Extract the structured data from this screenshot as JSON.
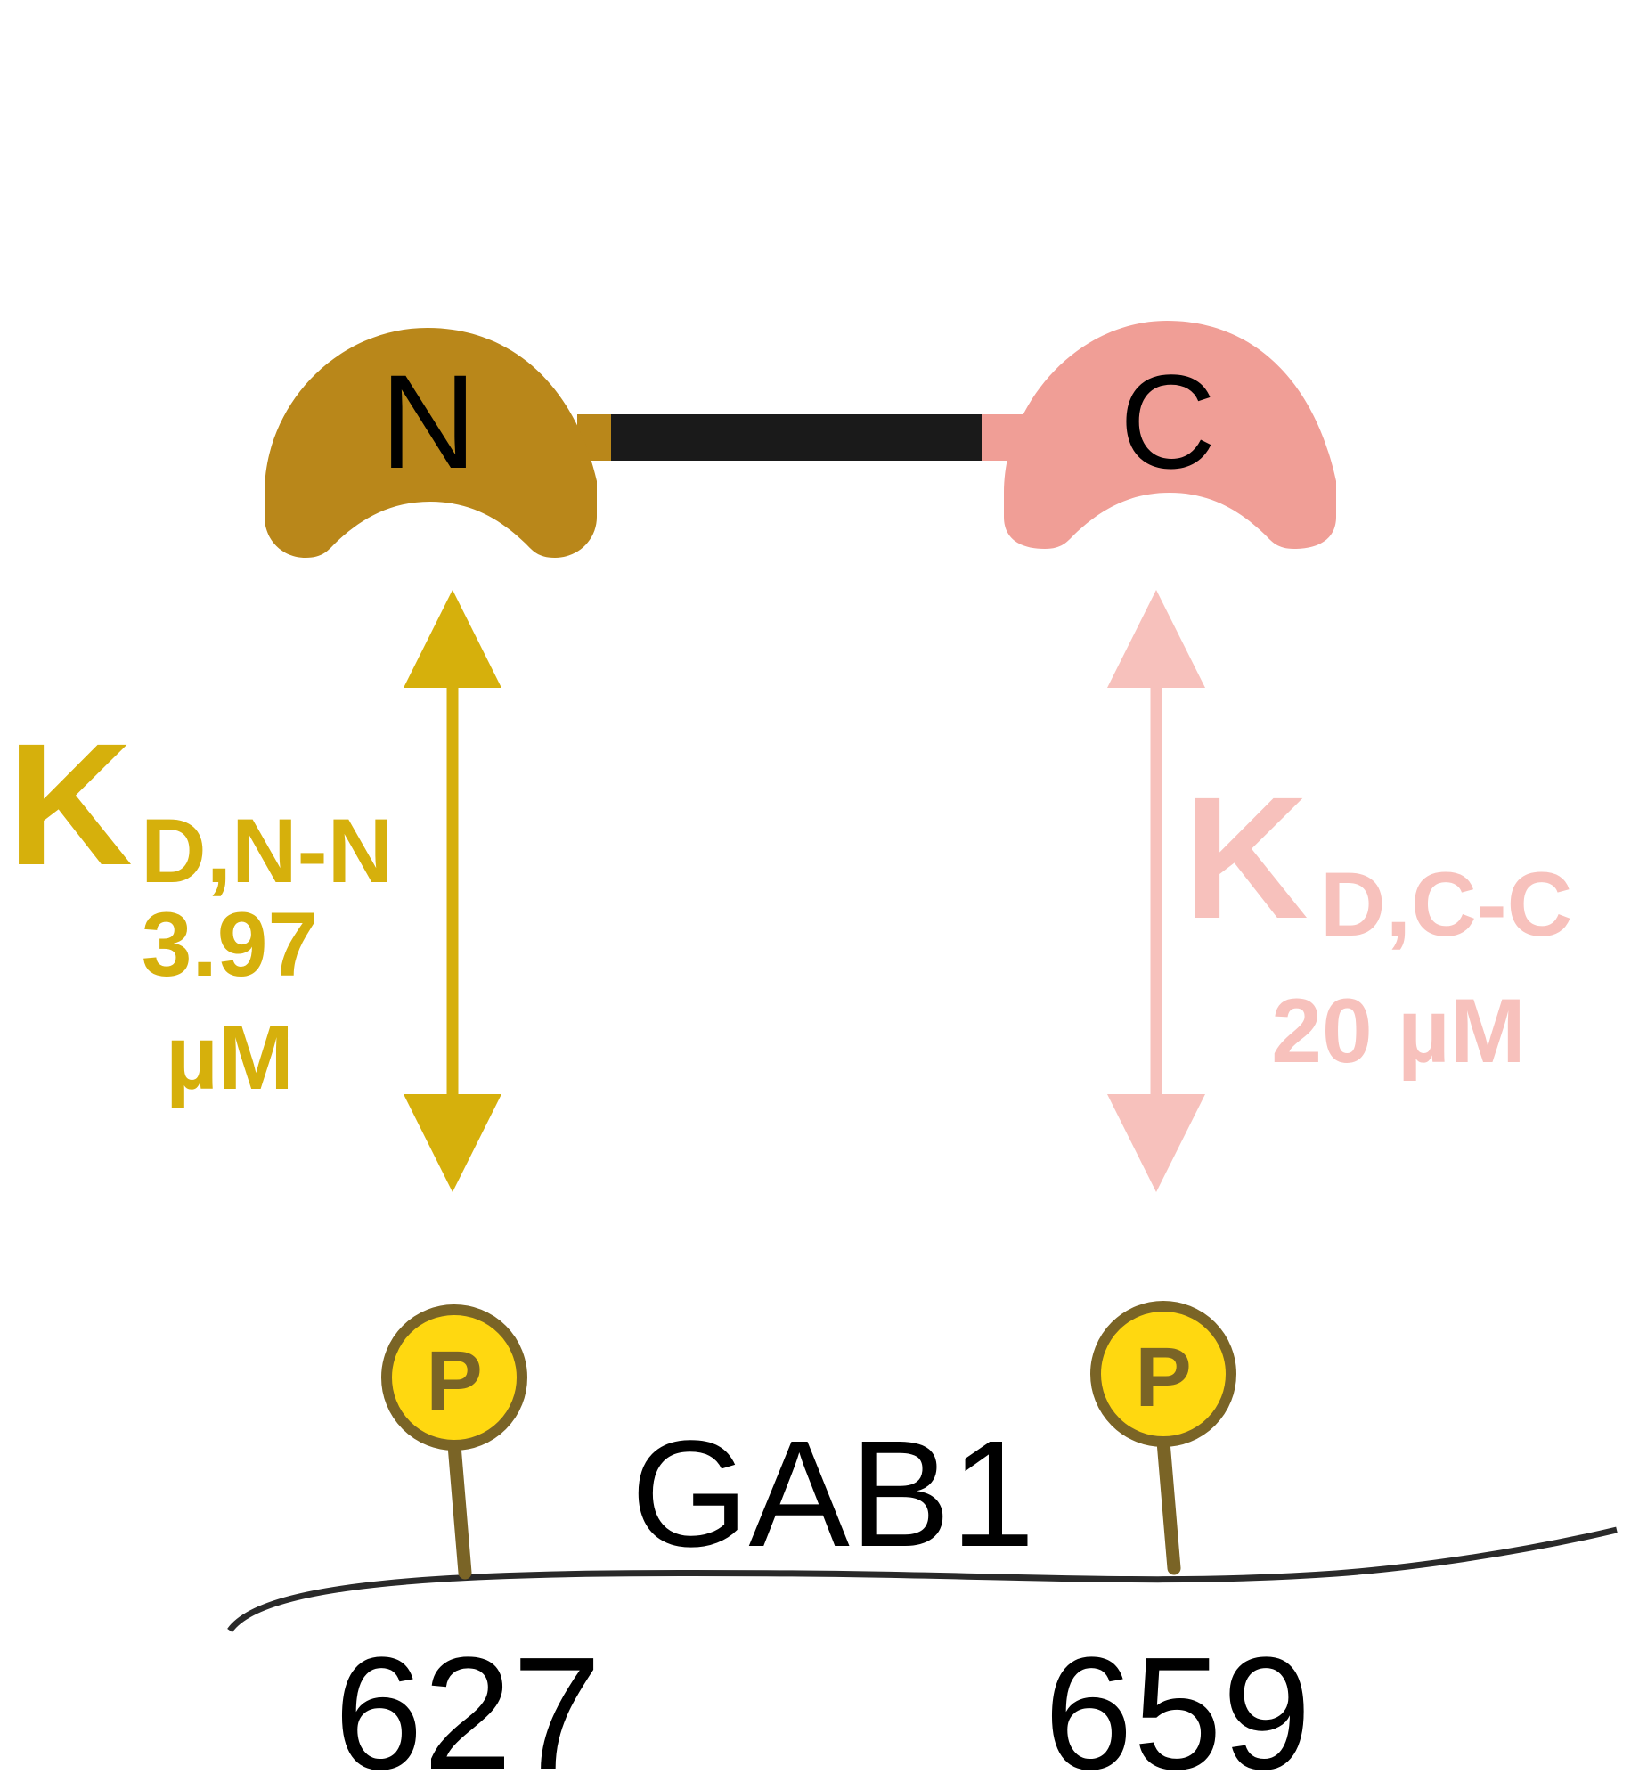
{
  "domains": {
    "n_label": "N",
    "c_label": "C"
  },
  "affinities": {
    "n": {
      "k": "K",
      "sub": "D,N-N",
      "value_line1": "3.97",
      "value_line2": "µM"
    },
    "c": {
      "k": "K",
      "sub": "D,C-C",
      "value": "20 µM"
    }
  },
  "protein": {
    "name": "GAB1",
    "phospho_label": "P",
    "sites": [
      {
        "residue": "627"
      },
      {
        "residue": "659"
      }
    ]
  },
  "colors": {
    "n_domain": "#B9871A",
    "c_domain": "#F09E96",
    "linker": "#1a1a1a",
    "n_arrow": "#D6B00C",
    "c_arrow": "#F7C1BC",
    "phospho_fill": "#FFD810",
    "phospho_stroke": "#7A6426",
    "backbone": "#2a2a2a",
    "text": "#000000"
  }
}
